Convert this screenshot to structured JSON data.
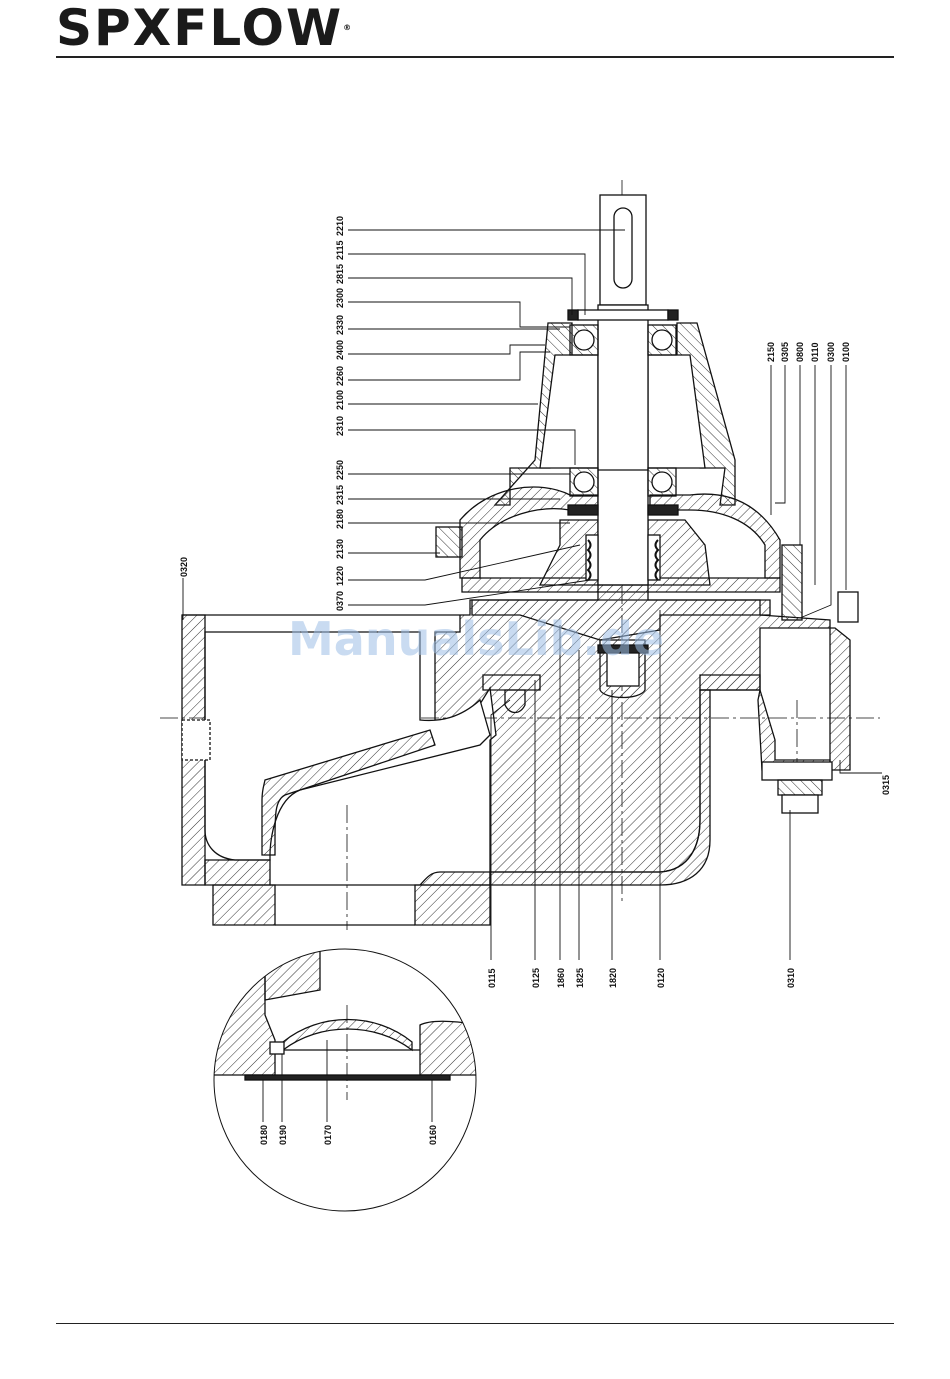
{
  "brand": {
    "logo_text": "SPXFLOW",
    "logo_mark": "®"
  },
  "watermark": "ManualsLib.de",
  "colors": {
    "line": "#111111",
    "hatch": "#333333",
    "watermark": "#9dbfe6"
  },
  "labels": {
    "top_left": [
      "2210",
      "2115",
      "2815",
      "2300",
      "2330",
      "2400",
      "2260",
      "2100",
      "2310",
      "2250",
      "2315",
      "2180",
      "2130",
      "1220",
      "0370"
    ],
    "left": "0320",
    "top_right": [
      "2150",
      "0305",
      "0800",
      "0110",
      "0300",
      "0100"
    ],
    "right": "0315",
    "bottom": [
      "0115",
      "0125",
      "1860",
      "1825",
      "1820",
      "0120",
      "0310"
    ],
    "detail": [
      "0180",
      "0190",
      "0170",
      "0160"
    ]
  }
}
